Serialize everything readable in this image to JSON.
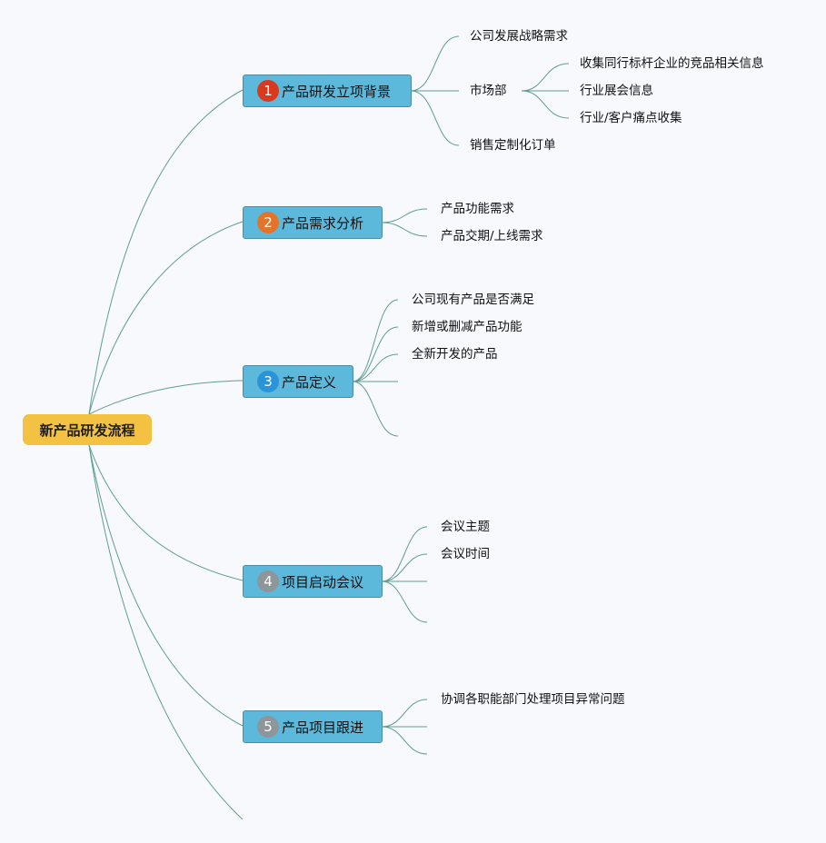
{
  "root": {
    "label": "新产品研发流程",
    "color": "#f4c242"
  },
  "branches": [
    {
      "number": "1",
      "label": "产品研发立项背景",
      "badge_color": "#d93a1e",
      "children": [
        {
          "label": "公司发展战略需求"
        },
        {
          "label": "市场部",
          "children": [
            {
              "label": "收集同行标杆企业的竞品相关信息"
            },
            {
              "label": "行业展会信息"
            },
            {
              "label": "行业/客户痛点收集"
            }
          ]
        },
        {
          "label": "销售定制化订单"
        }
      ]
    },
    {
      "number": "2",
      "label": "产品需求分析",
      "badge_color": "#e3752b",
      "children": [
        {
          "label": "产品功能需求"
        },
        {
          "label": "产品交期/上线需求"
        }
      ]
    },
    {
      "number": "3",
      "label": "产品定义",
      "badge_color": "#2a94d8",
      "children": [
        {
          "label": "公司现有产品是否满足"
        },
        {
          "label": "新增或删减产品功能"
        },
        {
          "label": "全新开发的产品"
        },
        {
          "label": ""
        },
        {
          "label": ""
        }
      ]
    },
    {
      "number": "4",
      "label": "项目启动会议",
      "badge_color": "#8e9699",
      "children": [
        {
          "label": "会议主题"
        },
        {
          "label": "会议时间"
        },
        {
          "label": ""
        },
        {
          "label": ""
        }
      ]
    },
    {
      "number": "5",
      "label": "产品项目跟进",
      "badge_color": "#8e9699",
      "children": [
        {
          "label": "协调各职能部门处理项目异常问题"
        },
        {
          "label": ""
        },
        {
          "label": ""
        }
      ]
    },
    {
      "number": "",
      "label": "",
      "children": []
    }
  ],
  "colors": {
    "connector": "#5f9e8f",
    "branch_fill": "#5cb9dc",
    "background": "#f7f9fd"
  }
}
